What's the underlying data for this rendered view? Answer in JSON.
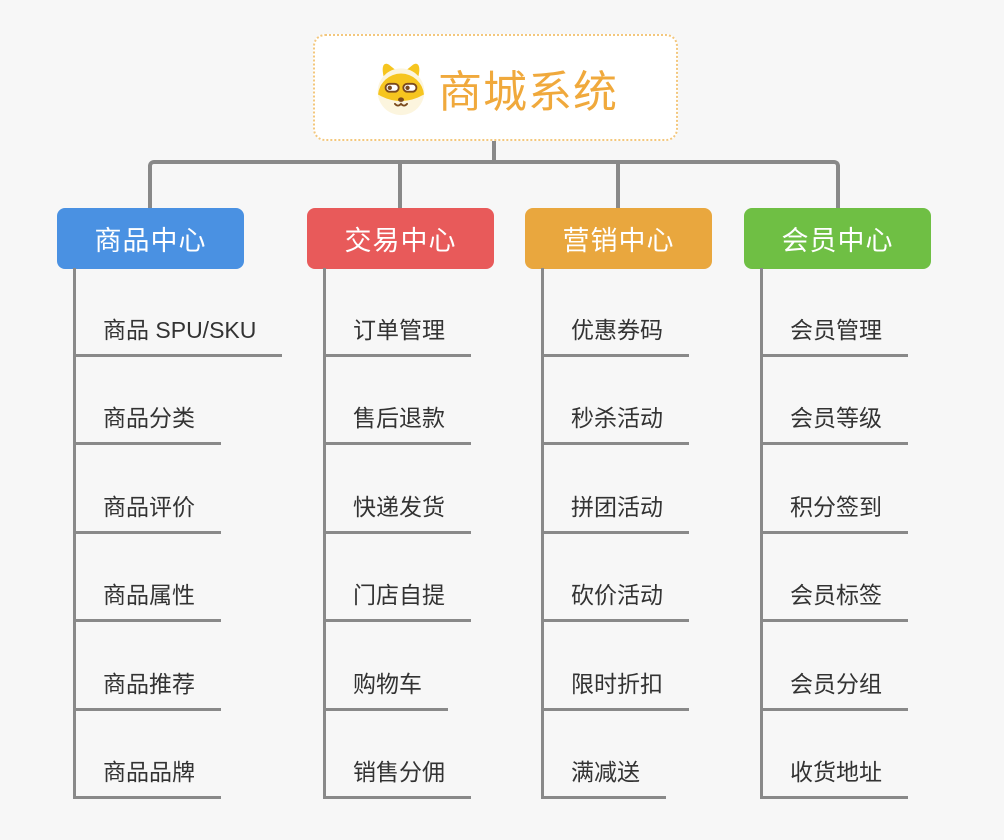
{
  "root": {
    "title": "商城系统",
    "icon": "shiba-dog-face"
  },
  "branches": [
    {
      "label": "商品中心",
      "color": "#4A91E2",
      "children": [
        "商品 SPU/SKU",
        "商品分类",
        "商品评价",
        "商品属性",
        "商品推荐",
        "商品品牌"
      ]
    },
    {
      "label": "交易中心",
      "color": "#E85A5A",
      "children": [
        "订单管理",
        "售后退款",
        "快递发货",
        "门店自提",
        "购物车",
        "销售分佣"
      ]
    },
    {
      "label": "营销中心",
      "color": "#E9A73E",
      "children": [
        "优惠券码",
        "秒杀活动",
        "拼团活动",
        "砍价活动",
        "限时折扣",
        "满减送"
      ]
    },
    {
      "label": "会员中心",
      "color": "#6FBF44",
      "children": [
        "会员管理",
        "会员等级",
        "积分签到",
        "会员标签",
        "会员分组",
        "收货地址"
      ]
    }
  ],
  "colors": {
    "background": "#F7F7F7",
    "connector": "#898989",
    "root_text": "#F0A93C",
    "root_border": "#F3C77D",
    "leaf_text": "#333333"
  }
}
